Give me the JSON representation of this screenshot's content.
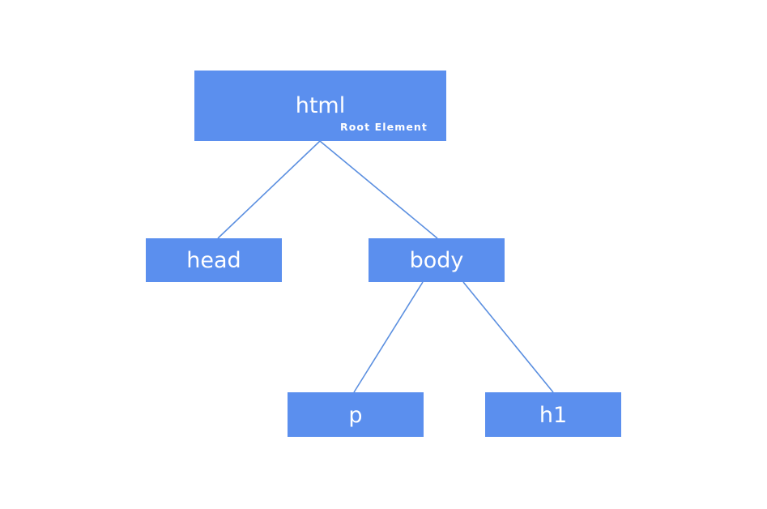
{
  "diagram": {
    "type": "dom-tree",
    "background_color": "#ffffff",
    "node_color": "#5b8fee",
    "node_text_color": "#ffffff",
    "connector_color": "#5b8fe0",
    "nodes": {
      "html": {
        "label": "html",
        "sublabel": "Root Element"
      },
      "head": {
        "label": "head"
      },
      "body": {
        "label": "body"
      },
      "p": {
        "label": "p"
      },
      "h1": {
        "label": "h1"
      }
    },
    "edges": [
      {
        "from": "html",
        "to": "head"
      },
      {
        "from": "html",
        "to": "body"
      },
      {
        "from": "body",
        "to": "p"
      },
      {
        "from": "body",
        "to": "h1"
      }
    ]
  }
}
